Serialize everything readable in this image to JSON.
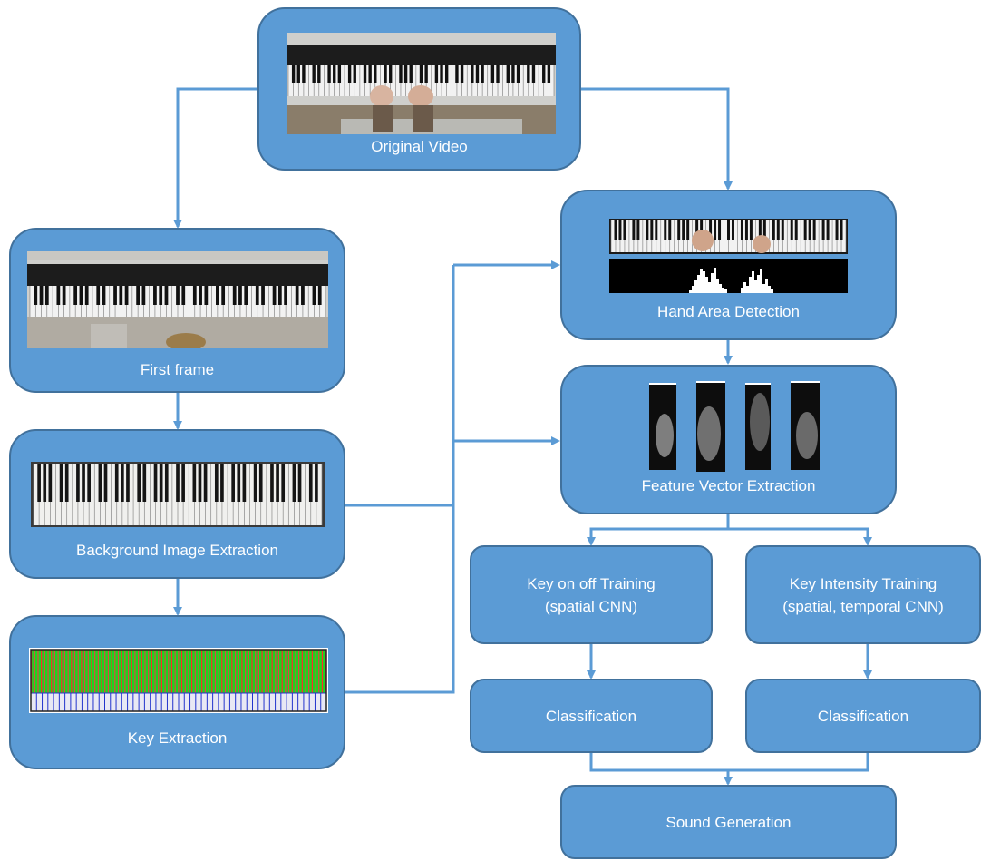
{
  "nodes": {
    "original_video": "Original Video",
    "first_frame": "First frame",
    "background_extraction": "Background Image Extraction",
    "key_extraction": "Key Extraction",
    "hand_area_detection": "Hand Area Detection",
    "feature_vector_extraction": "Feature Vector Extraction",
    "key_on_off_training_line1": "Key on off Training",
    "key_on_off_training_line2": "(spatial CNN)",
    "key_intensity_training_line1": "Key Intensity Training",
    "key_intensity_training_line2": "(spatial, temporal CNN)",
    "classification_left": "Classification",
    "classification_right": "Classification",
    "sound_generation": "Sound Generation"
  },
  "colors": {
    "box_fill": "#5b9bd5",
    "box_border": "#41719c",
    "arrow": "#5b9bd5"
  }
}
